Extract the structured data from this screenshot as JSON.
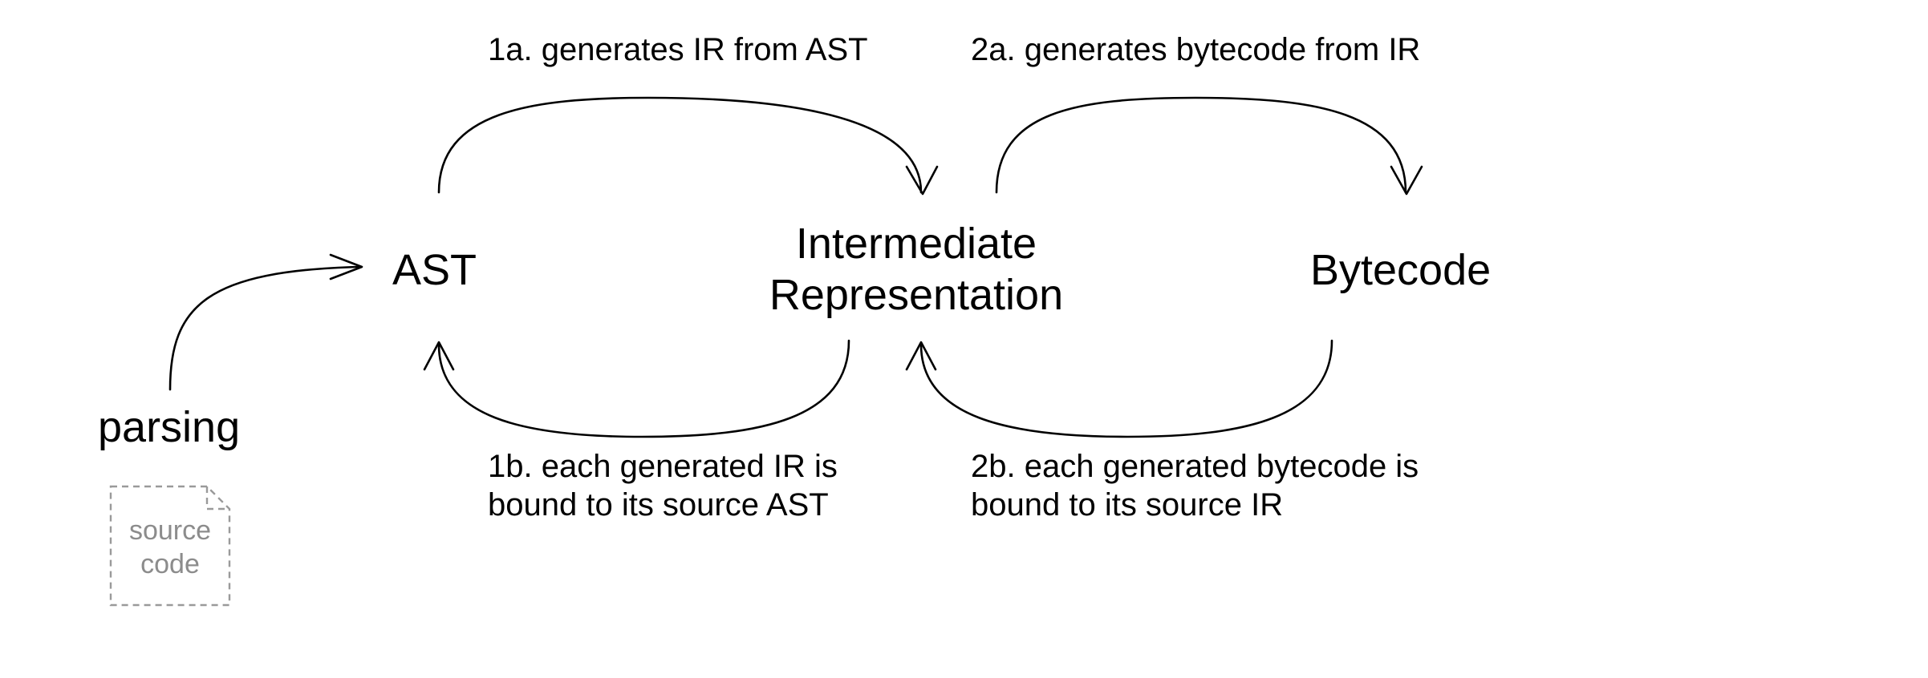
{
  "nodes": {
    "ast": "AST",
    "ir_line1": "Intermediate",
    "ir_line2": "Representation",
    "bytecode": "Bytecode",
    "parsing": "parsing"
  },
  "edges": {
    "e1a": "1a. generates IR from AST",
    "e2a": "2a. generates bytecode from IR",
    "e1b_line1": "1b. each generated IR is",
    "e1b_line2": "bound to its source AST",
    "e2b_line1": "2b. each generated bytecode is",
    "e2b_line2": "bound to its source IR"
  },
  "source": {
    "line1": "source",
    "line2": "code"
  },
  "colors": {
    "stroke": "#000000",
    "source_doc": "#9a9a9a"
  }
}
